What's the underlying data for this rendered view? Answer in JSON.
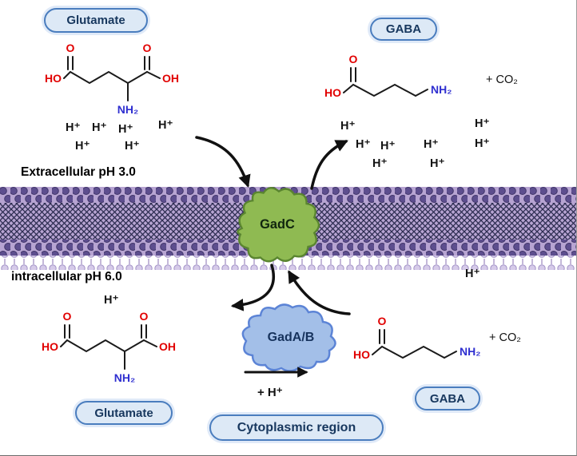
{
  "labels": {
    "glutamate_top": "Glutamate",
    "gaba_top": "GABA",
    "extracellular": "Extracellular pH 3.0",
    "intracellular": "intracellular pH 6.0",
    "gadc": "GadC",
    "gadab": "GadA/B",
    "glutamate_bottom": "Glutamate",
    "gaba_bottom": "GABA",
    "cytoplasmic": "Cytoplasmic region",
    "hplus": "H⁺",
    "plus_hplus": "+ H⁺",
    "co2": "+ CO₂"
  },
  "chemistry": {
    "ho": "HO",
    "o": "O",
    "oh": "OH",
    "nh2": "NH₂"
  },
  "colors": {
    "pill_bg": "#dde9f6",
    "pill_border": "#4a7dbe",
    "pill_text": "#17375e",
    "membrane_base": "#b7a4d2",
    "membrane_hatch": "#2c2c50",
    "lipid_head": "#5d4e8e",
    "gadc_fill": "#8fba52",
    "gadc_stroke": "#5a8530",
    "gadab_fill": "#a3bfe8",
    "gadab_stroke": "#5c84d6",
    "oxygen_red": "#e10000",
    "nitrogen_blue": "#2f2fd0"
  }
}
